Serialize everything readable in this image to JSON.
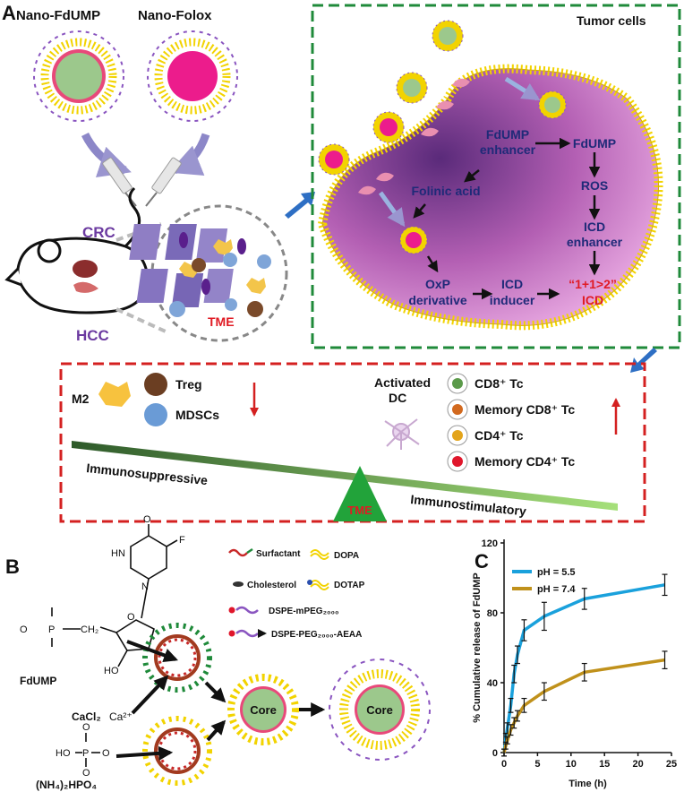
{
  "panel_a": {
    "letter": "A",
    "nano_fdump": "Nano-FdUMP",
    "nano_folox": "Nano-Folox",
    "crc": "CRC",
    "hcc": "HCC",
    "tme": "TME",
    "tumor_cells": "Tumor cells",
    "fdump_enhancer_1": "FdUMP",
    "fdump_enhancer_2": "enhancer",
    "fdump": "FdUMP",
    "folinic_acid": "Folinic acid",
    "ros": "ROS",
    "icd_enhancer_1": "ICD",
    "icd_enhancer_2": "enhancer",
    "oxp_1": "OxP",
    "oxp_2": "derivative",
    "icd_inducer_1": "ICD",
    "icd_inducer_2": "inducer",
    "synergy_1": "“1+1>2”",
    "synergy_2": "ICD",
    "m2": "M2",
    "treg": "Treg",
    "mdscs": "MDSCs",
    "activated_1": "Activated",
    "activated_2": "DC",
    "cd8": "CD8⁺ Tc",
    "memory_cd8": "Memory CD8⁺ Tc",
    "cd4": "CD4⁺ Tc",
    "memory_cd4": "Memory CD4⁺ Tc",
    "immunosuppressive": "Immunosuppressive",
    "immunostimulatory": "Immunostimulatory",
    "tme_balance": "TME"
  },
  "panel_b": {
    "letter": "B",
    "surfactant": "Surfactant",
    "dopa": "DOPA",
    "cholesterol": "Cholesterol",
    "dotap": "DOTAP",
    "dspe_mpeg": "DSPE-mPEG₂₀₀₀",
    "dspe_peg_aeaa": "DSPE-PEG₂₀₀₀-AEAA",
    "fdump_label": "FdUMP",
    "cacl2": "CaCl₂",
    "ca": "Ca²⁺",
    "nh4": "(NH₄)₂HPO₄",
    "core_1": "Core",
    "core_2": "Core",
    "fluorine": "F",
    "atom_o": "O",
    "atom_hn": "HN",
    "atom_n": "N",
    "atom_p": "P",
    "atom_ho": "HO",
    "atom_ch2": "CH₂"
  },
  "colors": {
    "green_dash": "#1f8a3a",
    "red_dash": "#d42020",
    "navy": "#1f2a78",
    "membrane": "#f2d300",
    "pink": "#ec1c8c",
    "blue_arrow": "#2e6fc4",
    "ph55": "#1aa1dc",
    "ph74": "#c0911b"
  },
  "chart_data": {
    "type": "line",
    "panel_letter": "C",
    "xlabel": "Time (h)",
    "ylabel": "% Cumulative release of FdUMP",
    "xlim": [
      0,
      25
    ],
    "ylim": [
      0,
      120
    ],
    "xticks": [
      0,
      5,
      10,
      15,
      20,
      25
    ],
    "yticks": [
      0,
      40,
      80,
      120
    ],
    "legend_position": "top-left",
    "series": [
      {
        "name": "pH = 5.5",
        "color": "#1aa1dc",
        "x": [
          0,
          0.25,
          0.5,
          1,
          1.5,
          2,
          3,
          6,
          12,
          24
        ],
        "y": [
          0,
          8,
          14,
          27,
          45,
          56,
          70,
          78,
          88,
          96
        ],
        "err": [
          2,
          3,
          3,
          4,
          5,
          5,
          6,
          8,
          6,
          6
        ]
      },
      {
        "name": "pH = 7.4",
        "color": "#c0911b",
        "x": [
          0,
          0.25,
          0.5,
          1,
          1.5,
          2,
          3,
          6,
          12,
          24
        ],
        "y": [
          0,
          4,
          7,
          13,
          17,
          21,
          27,
          35,
          46,
          53
        ],
        "err": [
          2,
          2,
          2,
          3,
          3,
          3,
          4,
          5,
          5,
          5
        ]
      }
    ]
  }
}
